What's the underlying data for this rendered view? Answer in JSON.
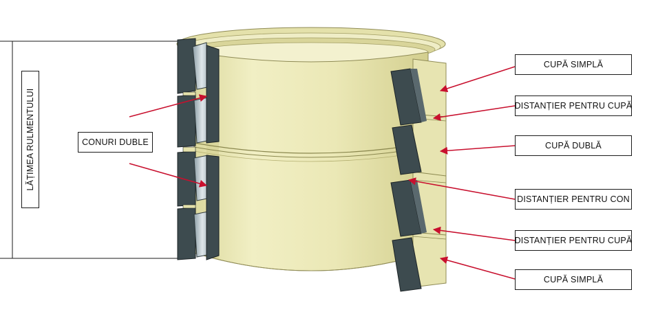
{
  "colors": {
    "arrow": "#c8102e",
    "ring_light": "#eeecbd",
    "ring_mid": "#dedba2",
    "ring_dark": "#c9c683",
    "steel": "#3d4b4f",
    "roller": "#b9c7ce",
    "outline": "#1a1a1a"
  },
  "labels": {
    "bearing_width": "LĂȚIMEA RULMENTULUI",
    "double_cones": "CONURI DUBLE",
    "single_cup_top": "CUPĂ SIMPLĂ",
    "cup_spacer_top": "DISTANȚIER PENTRU CUPĂ",
    "double_cup": "CUPĂ DUBLĂ",
    "cone_spacer": "DISTANȚIER PENTRU CON",
    "cup_spacer_bottom": "DISTANȚIER PENTRU CUPĂ",
    "single_cup_bottom": "CUPĂ SIMPLĂ"
  }
}
